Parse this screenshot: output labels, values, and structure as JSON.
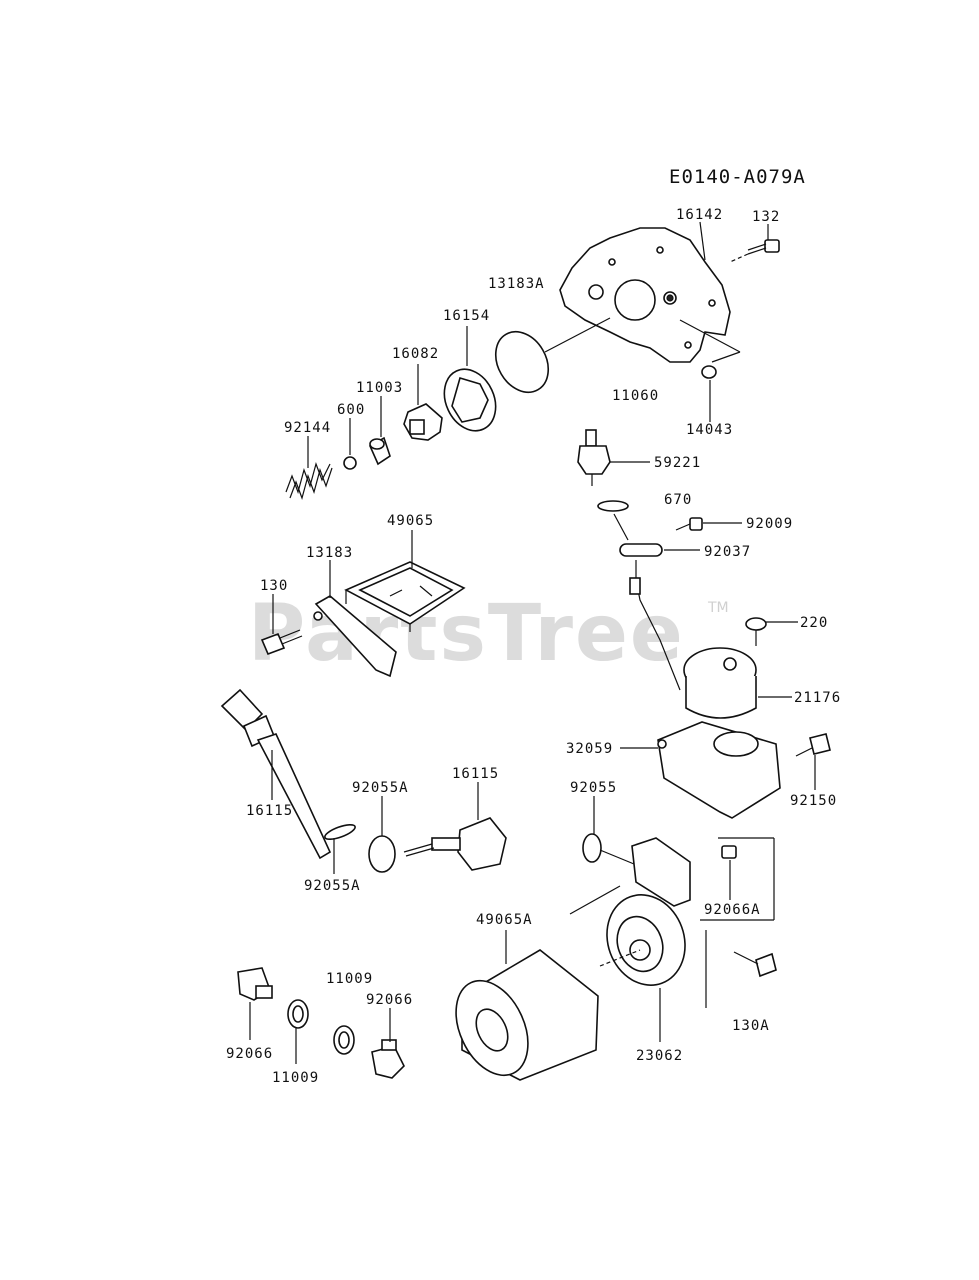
{
  "diagram_code": "E0140-A079A",
  "watermark": "PartsTree",
  "watermark_tm": "TM",
  "labels": {
    "p16142": "16142",
    "p132": "132",
    "p13183A": "13183A",
    "p16154": "16154",
    "p16082": "16082",
    "p11003": "11003",
    "p600": "600",
    "p92144": "92144",
    "p11060": "11060",
    "p14043": "14043",
    "p59221": "59221",
    "p670": "670",
    "p92009": "92009",
    "p92037": "92037",
    "p49065": "49065",
    "p13183": "13183",
    "p130": "130",
    "p220": "220",
    "p21176": "21176",
    "p32059": "32059",
    "p92150": "92150",
    "p16115_left": "16115",
    "p92055A_top": "92055A",
    "p16115_right": "16115",
    "p92055": "92055",
    "p92055A_bottom": "92055A",
    "p92066A": "92066A",
    "p49065A": "49065A",
    "p130A": "130A",
    "p11009_top": "11009",
    "p92066_right": "92066",
    "p92066_left": "92066",
    "p11009_bottom": "11009",
    "p23062": "23062"
  }
}
